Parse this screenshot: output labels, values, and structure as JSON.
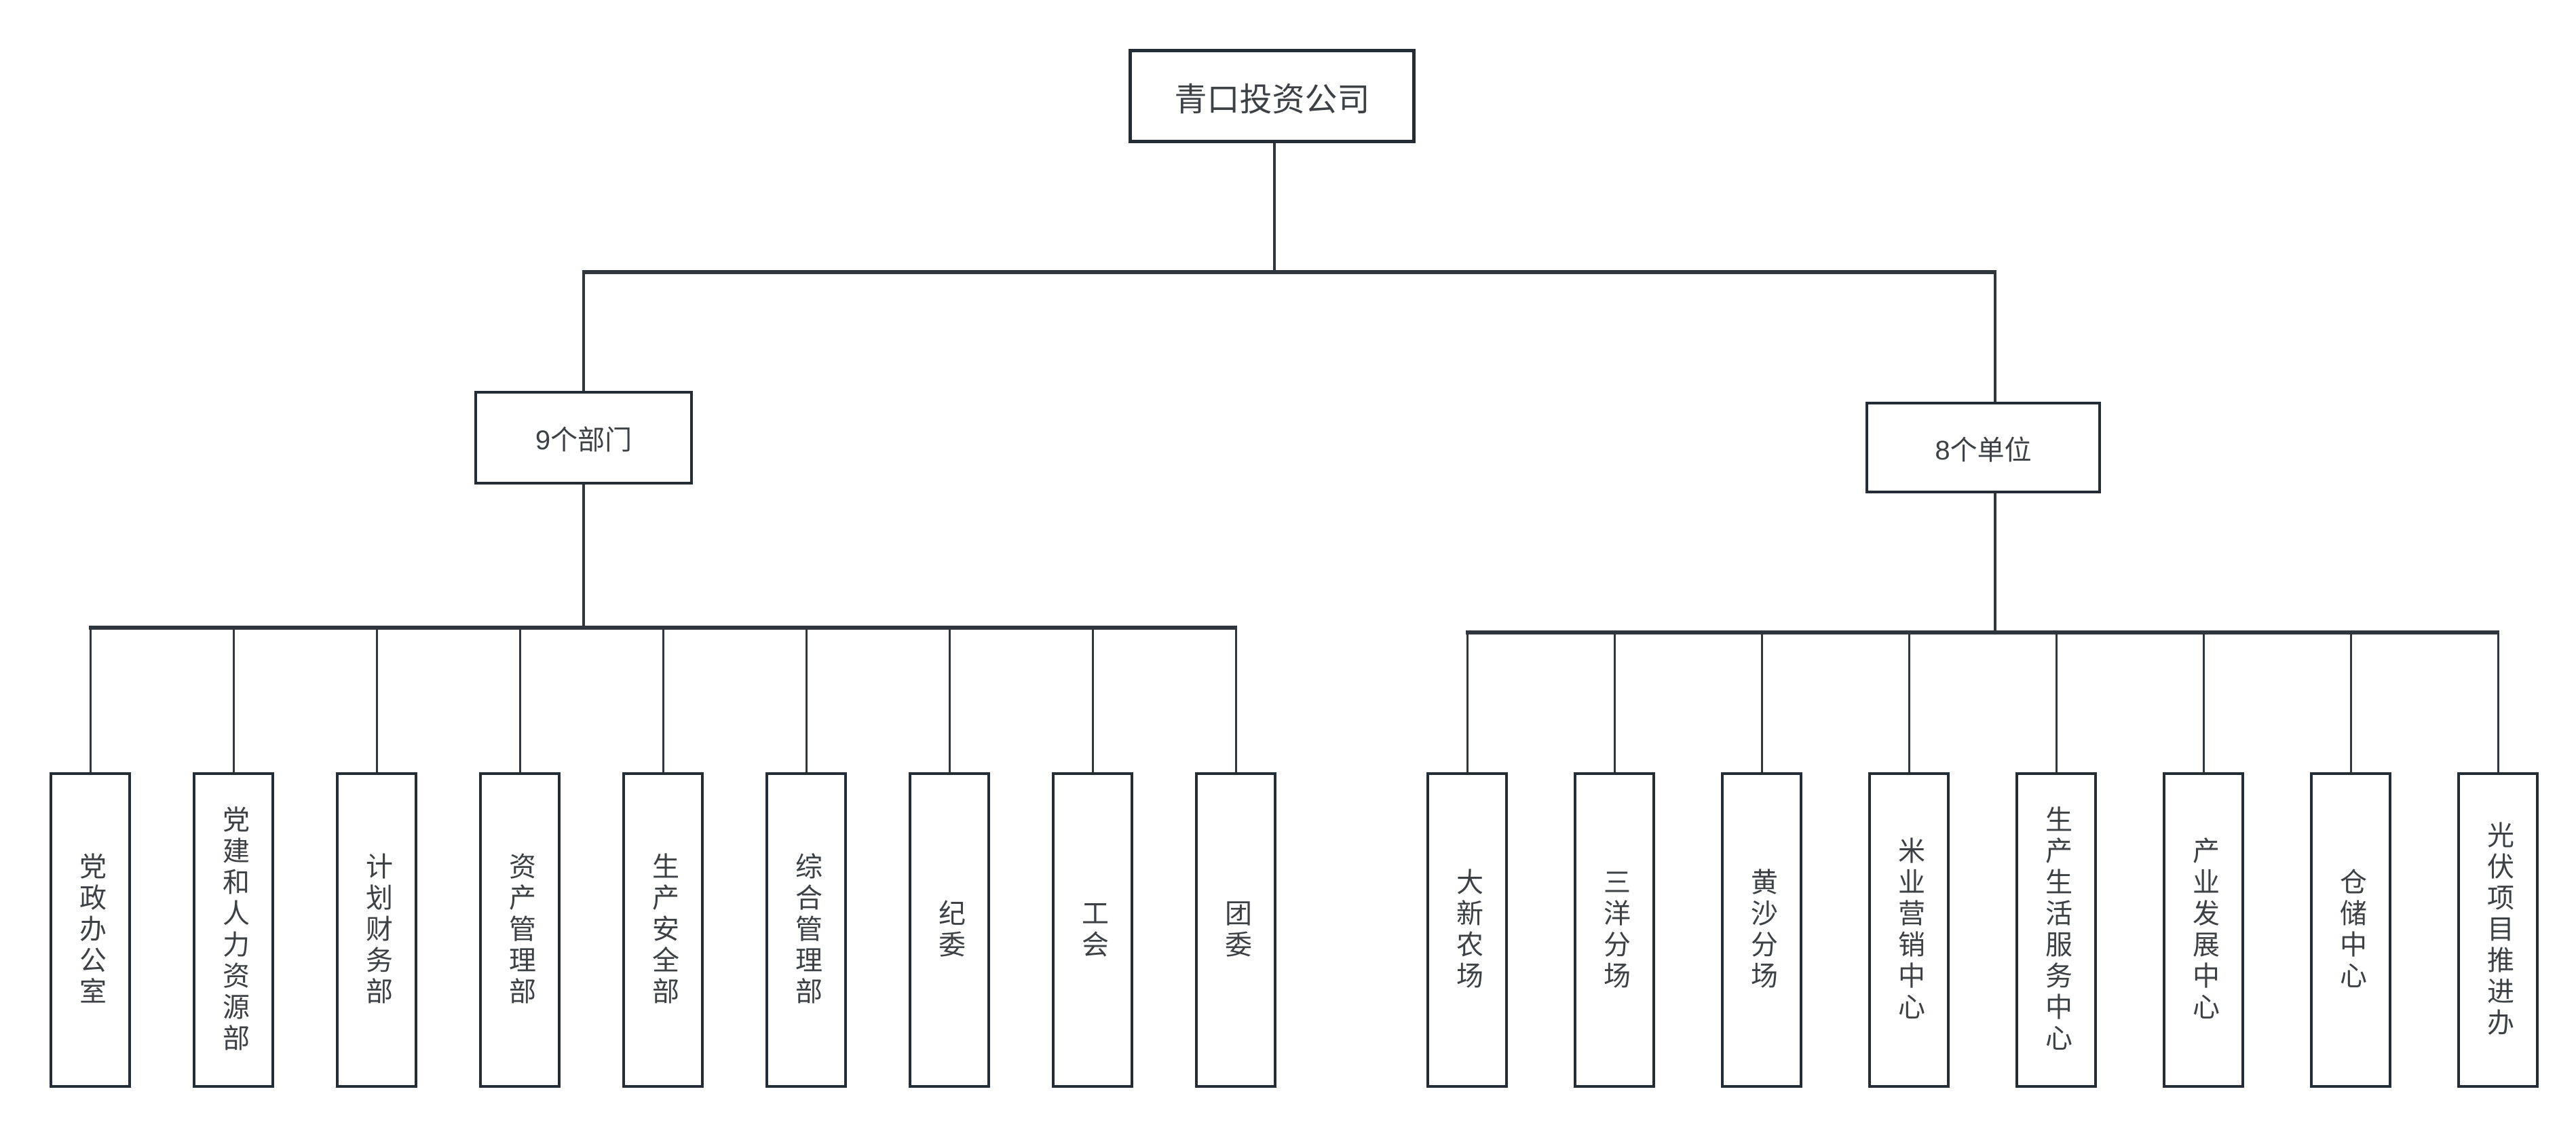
{
  "org_chart": {
    "root": {
      "label": "青口投资公司"
    },
    "branches": [
      {
        "label": "9个部门",
        "children": [
          {
            "label": "党政办公室"
          },
          {
            "label": "党建和人力资源部"
          },
          {
            "label": "计划财务部"
          },
          {
            "label": "资产管理部"
          },
          {
            "label": "生产安全部"
          },
          {
            "label": "综合管理部"
          },
          {
            "label": "纪委"
          },
          {
            "label": "工会"
          },
          {
            "label": "团委"
          }
        ]
      },
      {
        "label": "8个单位",
        "children": [
          {
            "label": "大新农场"
          },
          {
            "label": "三洋分场"
          },
          {
            "label": "黄沙分场"
          },
          {
            "label": "米业营销中心"
          },
          {
            "label": "生产生活服务中心"
          },
          {
            "label": "产业发展中心"
          },
          {
            "label": "仓储中心"
          },
          {
            "label": "光伏项目推进办"
          }
        ]
      }
    ]
  },
  "colors": {
    "background": "#ffffff",
    "box_border": "#242c35",
    "connector_line": "#30363d",
    "text": "#3d4145"
  }
}
